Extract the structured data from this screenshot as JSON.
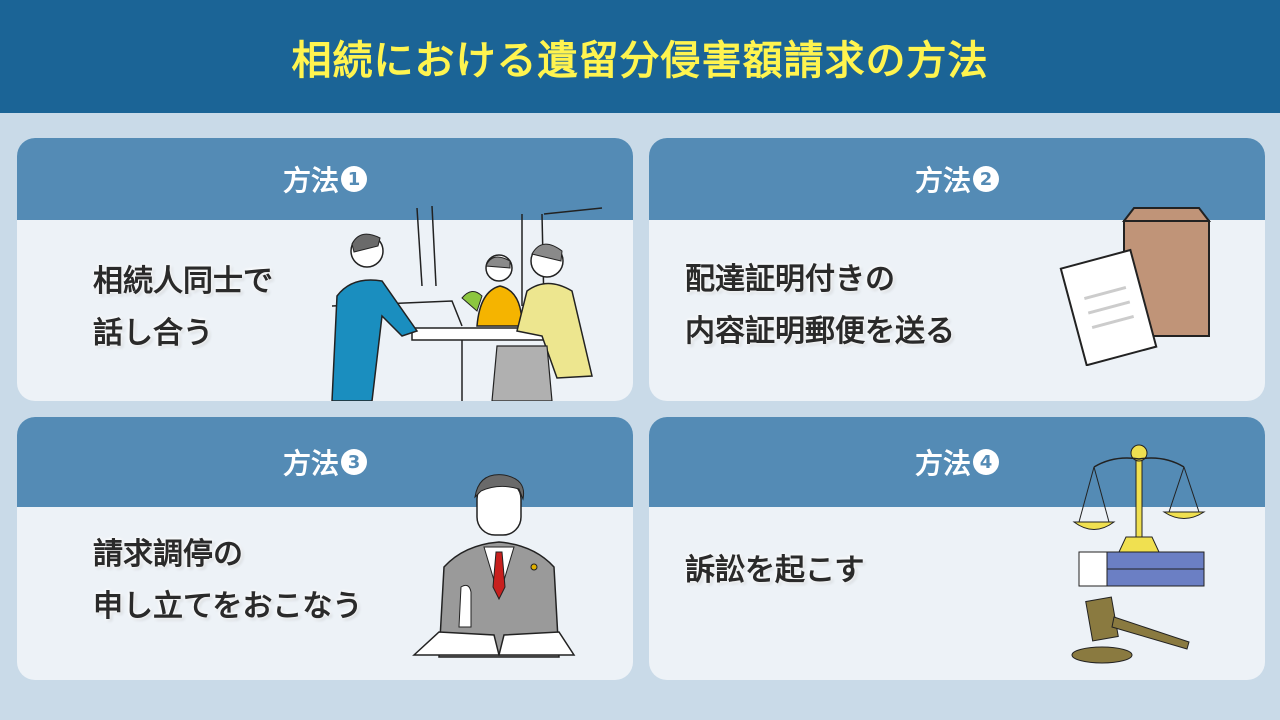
{
  "title": "相続における遺留分侵害額請求の方法",
  "colors": {
    "banner": "#1b6496",
    "title_text": "#fff44f",
    "background": "#c9dae8",
    "card_header": "#548bb5",
    "card_body": "#edf2f7"
  },
  "methods": [
    {
      "label": "方法",
      "number": "1",
      "lines": [
        "相続人同士で",
        "話し合う"
      ],
      "illustration": "family-meeting-illustration"
    },
    {
      "label": "方法",
      "number": "2",
      "lines": [
        "配達証明付きの",
        "内容証明郵便を送る"
      ],
      "illustration": "envelope-letter-illustration"
    },
    {
      "label": "方法",
      "number": "3",
      "lines": [
        "請求調停の",
        "申し立てをおこなう"
      ],
      "illustration": "lawyer-illustration"
    },
    {
      "label": "方法",
      "number": "4",
      "lines": [
        "訴訟を起こす"
      ],
      "illustration": "scales-gavel-illustration"
    }
  ]
}
